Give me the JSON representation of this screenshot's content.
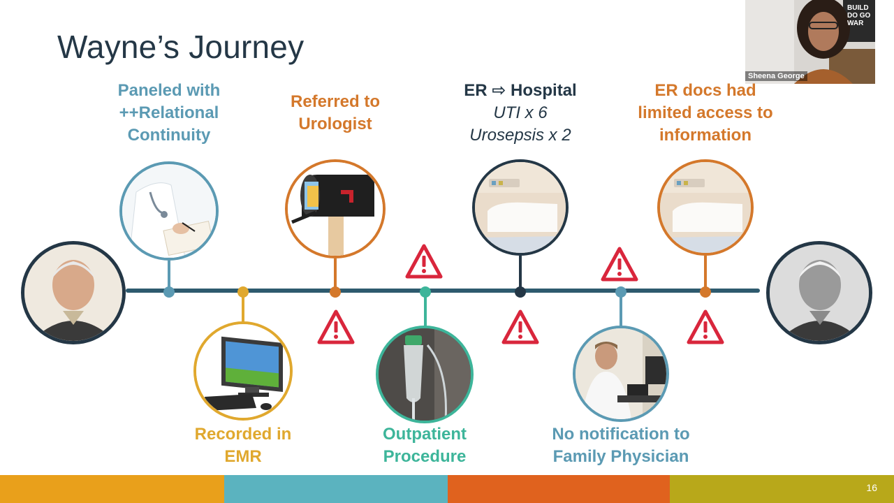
{
  "slide": {
    "title": "Wayne’s Journey",
    "page_number": "16"
  },
  "video": {
    "participant_name": "Sheena George",
    "poster_text": [
      "BUILD",
      "DO GO",
      "WAR"
    ]
  },
  "labels": {
    "paneled": [
      "Paneled with",
      "++Relational",
      "Continuity"
    ],
    "recorded": [
      "Recorded in",
      "EMR"
    ],
    "referred": [
      "Referred to",
      "Urologist"
    ],
    "outpatient": [
      "Outpatient",
      "Procedure"
    ],
    "er_hospital": {
      "heading": "ER ⇨ Hospital",
      "line1": "UTI x 6",
      "line2": "Urosepsis x 2"
    },
    "notification": [
      "No notification to",
      "Family Physician"
    ],
    "er_docs": [
      "ER docs had",
      "limited access to",
      "information"
    ]
  },
  "colors": {
    "blue": "#5b9ab3",
    "gold": "#e0a82e",
    "orange": "#d4782b",
    "teal": "#3db59a",
    "navy": "#243746",
    "red": "#d9263c",
    "timeline": "#2e5a6e",
    "footer": [
      "#e9a01b",
      "#5bb3bf",
      "#e0621e",
      "#b8a81a"
    ]
  },
  "icons": {
    "warning": "warning-triangle-icon",
    "arrow": "right-arrow-icon"
  }
}
